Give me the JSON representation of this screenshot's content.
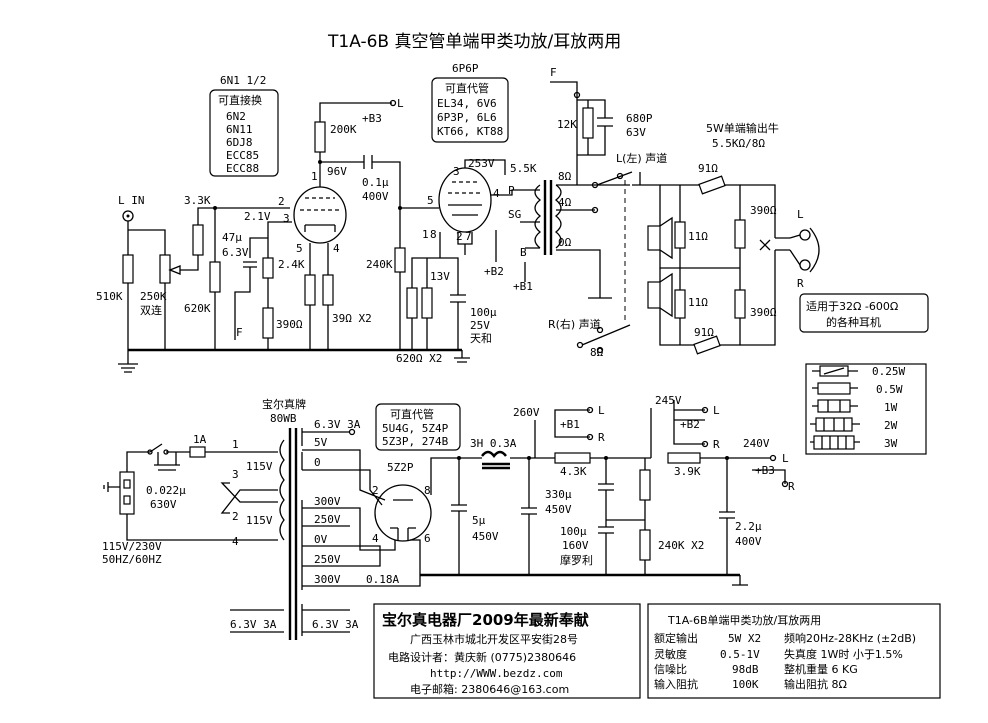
{
  "title": "T1A-6B 真空管单端甲类功放/耳放两用",
  "preamp": {
    "tube": "6N1 1/2",
    "sub_title": "可直接换",
    "subs": [
      "6N2",
      "6N11",
      "6DJ8",
      "ECC85",
      "ECC88"
    ],
    "input_label": "L IN",
    "r_in": "510K",
    "pot": "250K",
    "pot_note": "双连",
    "r_series": "3.3K",
    "r_grid": "620K",
    "plate_r": "200K",
    "b3": "+B3",
    "plate_v": "96V",
    "cathode_v": "2.1V",
    "cap_k": "47μ",
    "cap_k_v": "6.3V",
    "r_k": "2.4K",
    "r_fb": "390Ω",
    "heater_r": "39Ω X2",
    "fb": "F",
    "coupling_cap": "0.1μ",
    "coupling_v": "400V",
    "pins": [
      "1",
      "2",
      "3",
      "5",
      "4"
    ],
    "L": "L"
  },
  "power_tube": {
    "name": "6P6P",
    "sub_title": "可直代管",
    "subs": [
      "EL34, 6V6",
      "6P3P, 6L6",
      "KT66, KT88"
    ],
    "screen_v": "253V",
    "grid_r": "240K",
    "k_v": "13V",
    "k_r": "620Ω X2",
    "k_cap": "100μ",
    "k_cap_v": "25V",
    "k_cap_brand": "天和",
    "b2": "+B2",
    "b1": "+B1",
    "pins": [
      "3",
      "4",
      "5",
      "1",
      "8",
      "2",
      "7"
    ]
  },
  "output": {
    "primary": "5.5K",
    "p": "P",
    "sg": "SG",
    "b": "B",
    "taps": [
      "8Ω",
      "4Ω",
      "0Ω"
    ],
    "fb_label": "F",
    "fb_r": "12K",
    "fb_c": "680P",
    "fb_c_v": "63V",
    "transformer_note": "5W单端输出牛",
    "transformer_z": "5.5KΩ/8Ω",
    "left_ch": "L(左) 声道",
    "right_ch": "R(右) 声道",
    "r_series": "91Ω",
    "r_shunt": "11Ω",
    "r_load": "390Ω",
    "right_tap": "8Ω",
    "hp_L": "L",
    "hp_R": "R",
    "hp_note_1": "适用于32Ω -600Ω",
    "hp_note_2": "的各种耳机"
  },
  "legend": {
    "items": [
      "0.25W",
      "0.5W",
      "1W",
      "2W",
      "3W"
    ]
  },
  "power_supply": {
    "transformer_brand": "宝尔真牌",
    "transformer_model": "80WB",
    "mains": "115V/230V",
    "mains_freq": "50HZ/60HZ",
    "fuse": "1A",
    "x_cap": "0.022μ",
    "x_cap_v": "630V",
    "primary_v": [
      "115V",
      "115V"
    ],
    "primary_pins": [
      "1",
      "3",
      "2",
      "4"
    ],
    "sec_heater_top": "6.3V  3A",
    "sec_5v": "5V",
    "sec_0": "0",
    "sec_hv": [
      "300V",
      "250V",
      "0V",
      "250V",
      "300V"
    ],
    "hv_current": "0.18A",
    "heater_left": "6.3V 3A",
    "heater_right": "6.3V  3A",
    "rectifier": "5Z2P",
    "rect_sub_title": "可直代管",
    "rect_subs": [
      "5U4G, 5Z4P",
      "5Z3P, 274B"
    ],
    "rect_pins": [
      "2",
      "8",
      "4",
      "6"
    ],
    "c1": "5μ",
    "c1_v": "450V",
    "choke": "3H  0.3A",
    "v1": "260V",
    "b1": "+B1",
    "c2": "330μ",
    "c2_v": "450V",
    "r1": "4.3K",
    "c3": "100μ",
    "c3_v": "160V",
    "c3_brand": "摩罗利",
    "v2": "245V",
    "b2": "+B2",
    "r_div": "240K X2",
    "r2": "3.9K",
    "v3": "240V",
    "b3": "+B3",
    "c4": "2.2μ",
    "c4_v": "400V",
    "L": "L",
    "R": "R"
  },
  "maker": {
    "name": "宝尔真电器厂2009年最新奉献",
    "address": "广西玉林市城北开发区平安街28号",
    "designer": "电路设计者：黄庆新   (0775)2380646",
    "web": "http://WWW.bezdz.com",
    "email": "电子邮箱: 2380646@163.com"
  },
  "specs": {
    "title": "T1A-6B单端甲类功放/耳放两用",
    "rows": [
      [
        "额定输出",
        "5W X2",
        "频响20Hz-28KHz (±2dB)"
      ],
      [
        "灵敏度",
        "0.5-1V",
        "失真度  1W时 小于1.5%"
      ],
      [
        "信噪比",
        "98dB",
        "整机重量  6 KG"
      ],
      [
        "输入阻抗",
        "100K",
        "输出阻抗  8Ω"
      ]
    ]
  }
}
